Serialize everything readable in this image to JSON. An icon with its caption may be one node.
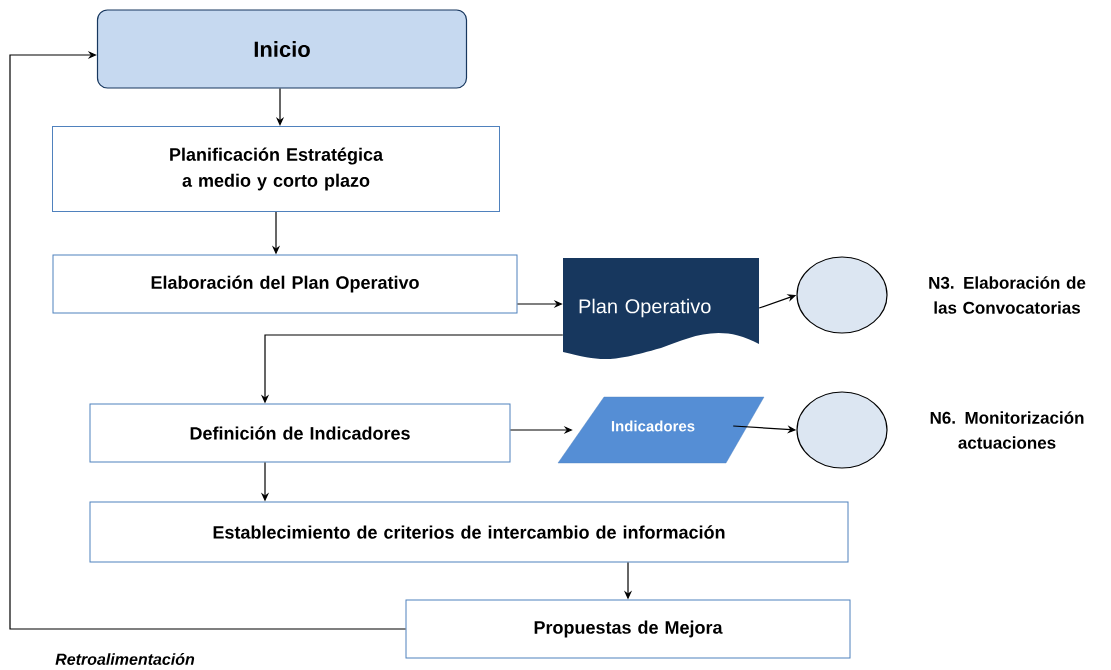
{
  "diagram": {
    "nodes": [
      {
        "text": [
          "Inicio"
        ]
      },
      {
        "text": [
          "Planificación Estratégica a medio y corto plazo"
        ]
      },
      {
        "text": [
          "Elaboración del Plan Operativo"
        ]
      },
      {
        "text": [
          "Plan Operativo"
        ]
      },
      {
        "text": [],
        "shape": "circle",
        "beside": [
          "N3. Elaboración de las Convocatorias"
        ]
      },
      {
        "text": [
          "Definición de Indicadores"
        ]
      },
      {
        "text": [
          "Indicadores"
        ]
      },
      {
        "text": [],
        "shape": "circle",
        "beside": [
          "N6. Monitorización actuaciones"
        ]
      },
      {
        "text": [
          "Establecimiento de criterios de intercambio de información"
        ]
      },
      {
        "text": [
          "Propuestas de Mejora"
        ]
      }
    ],
    "edges": [
      {
        "from": 0,
        "to": 1,
        "arrow": "to"
      },
      {
        "from": 1,
        "to": 2,
        "arrow": "to"
      },
      {
        "from": 2,
        "to": 3,
        "arrow": "to"
      },
      {
        "from": 3,
        "to": 4,
        "arrow": "to"
      },
      {
        "from": 3,
        "to": 5,
        "arrow": "to"
      },
      {
        "from": 5,
        "to": 6,
        "arrow": "to"
      },
      {
        "from": 6,
        "to": 7,
        "arrow": "to"
      },
      {
        "from": 5,
        "to": 8,
        "arrow": "to"
      },
      {
        "from": 8,
        "to": 9,
        "arrow": "to"
      },
      {
        "from": 9,
        "to": 0,
        "arrow": "to",
        "label": "Retroalimentación"
      }
    ]
  }
}
